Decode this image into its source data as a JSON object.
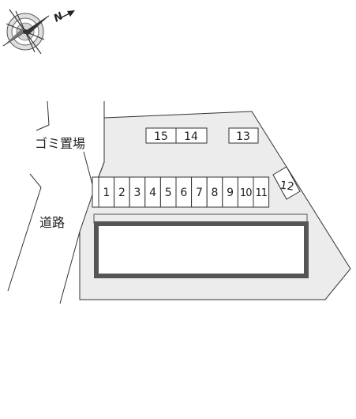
{
  "compass": {
    "north_letter": "N",
    "icon": "compass-rose-icon"
  },
  "labels": {
    "garbage_area": "ゴミ置場",
    "road": "道路"
  },
  "parking_slots": {
    "row_main": [
      "1",
      "2",
      "3",
      "4",
      "5",
      "6",
      "7",
      "8",
      "9",
      "10",
      "11"
    ],
    "slot_12": "12",
    "slot_13": "13",
    "slot_14": "14",
    "slot_15": "15"
  },
  "colors": {
    "lot": "#ececec",
    "building_outer": "#555555",
    "building_inner": "#ffffff",
    "line": "#333333",
    "slot_fill": "#ffffff"
  }
}
